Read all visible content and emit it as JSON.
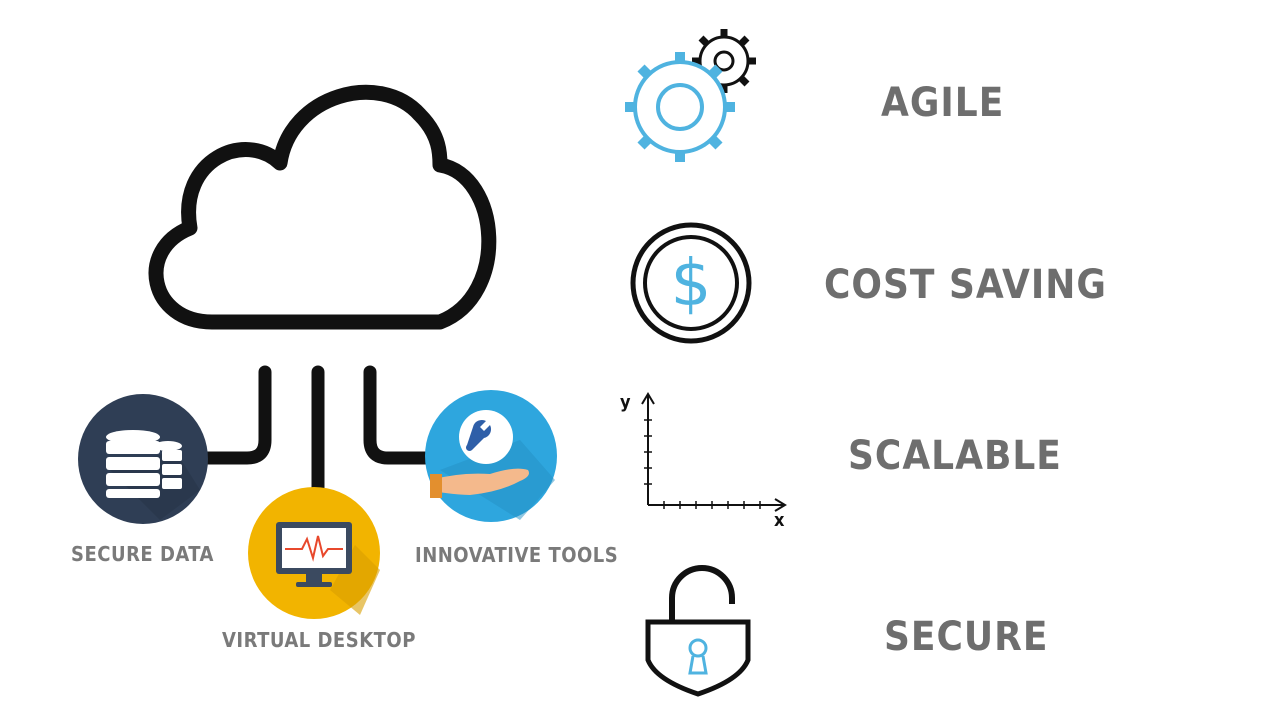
{
  "diagram": {
    "cloud_services": [
      {
        "label": "SECURE DATA",
        "icon": "database-icon",
        "color": "#2f3e55"
      },
      {
        "label": "VIRTUAL DESKTOP",
        "icon": "monitor-icon",
        "color": "#f2b400"
      },
      {
        "label": "INNOVATIVE TOOLS",
        "icon": "wrench-hand-icon",
        "color": "#2ea6de"
      }
    ],
    "benefits": [
      {
        "label": "AGILE",
        "icon": "gears-icon"
      },
      {
        "label": "COST SAVING",
        "icon": "dollar-coin-icon"
      },
      {
        "label": "SCALABLE",
        "icon": "xy-axes-icon",
        "axis_x": "x",
        "axis_y": "y"
      },
      {
        "label": "SECURE",
        "icon": "padlock-icon"
      }
    ]
  },
  "colors": {
    "outline": "#111111",
    "accent_blue": "#4fb3e0",
    "label_gray": "#777777"
  }
}
